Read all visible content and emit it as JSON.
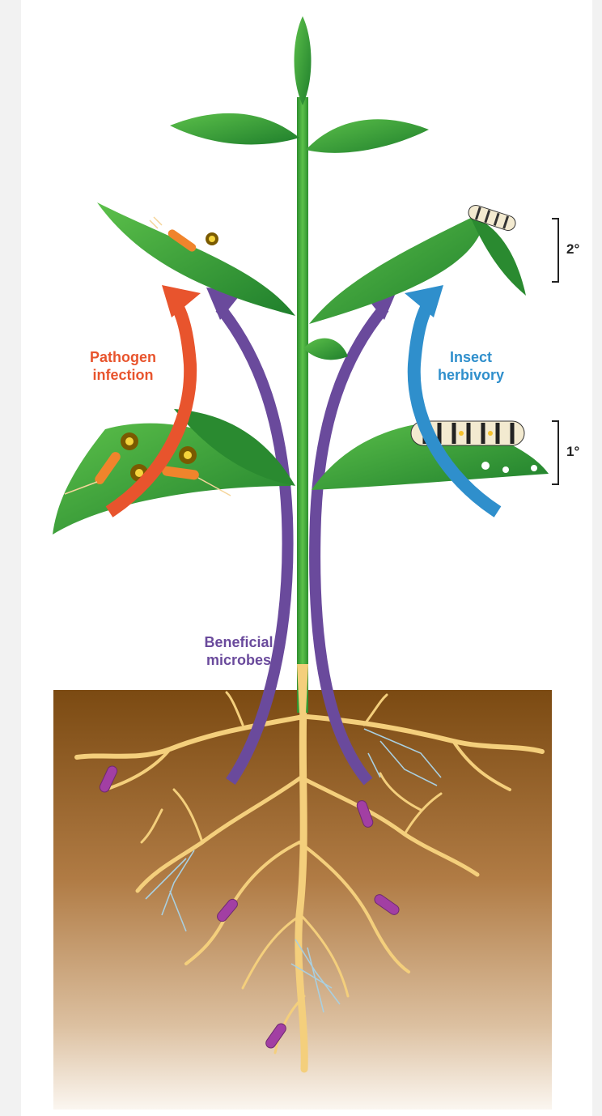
{
  "labels": {
    "pathogen": "Pathogen\ninfection",
    "insect": "Insect\nherbivory",
    "beneficial": "Beneficial\nmicrobes",
    "secondary": "2°",
    "primary": "1°"
  },
  "colors": {
    "pathogen": "#e8542d",
    "insect": "#2f8fcc",
    "beneficial": "#6a4a9c",
    "leaf": "#3aa13a",
    "soil_top": "#7b4a12",
    "root": "#f4cf7c"
  }
}
